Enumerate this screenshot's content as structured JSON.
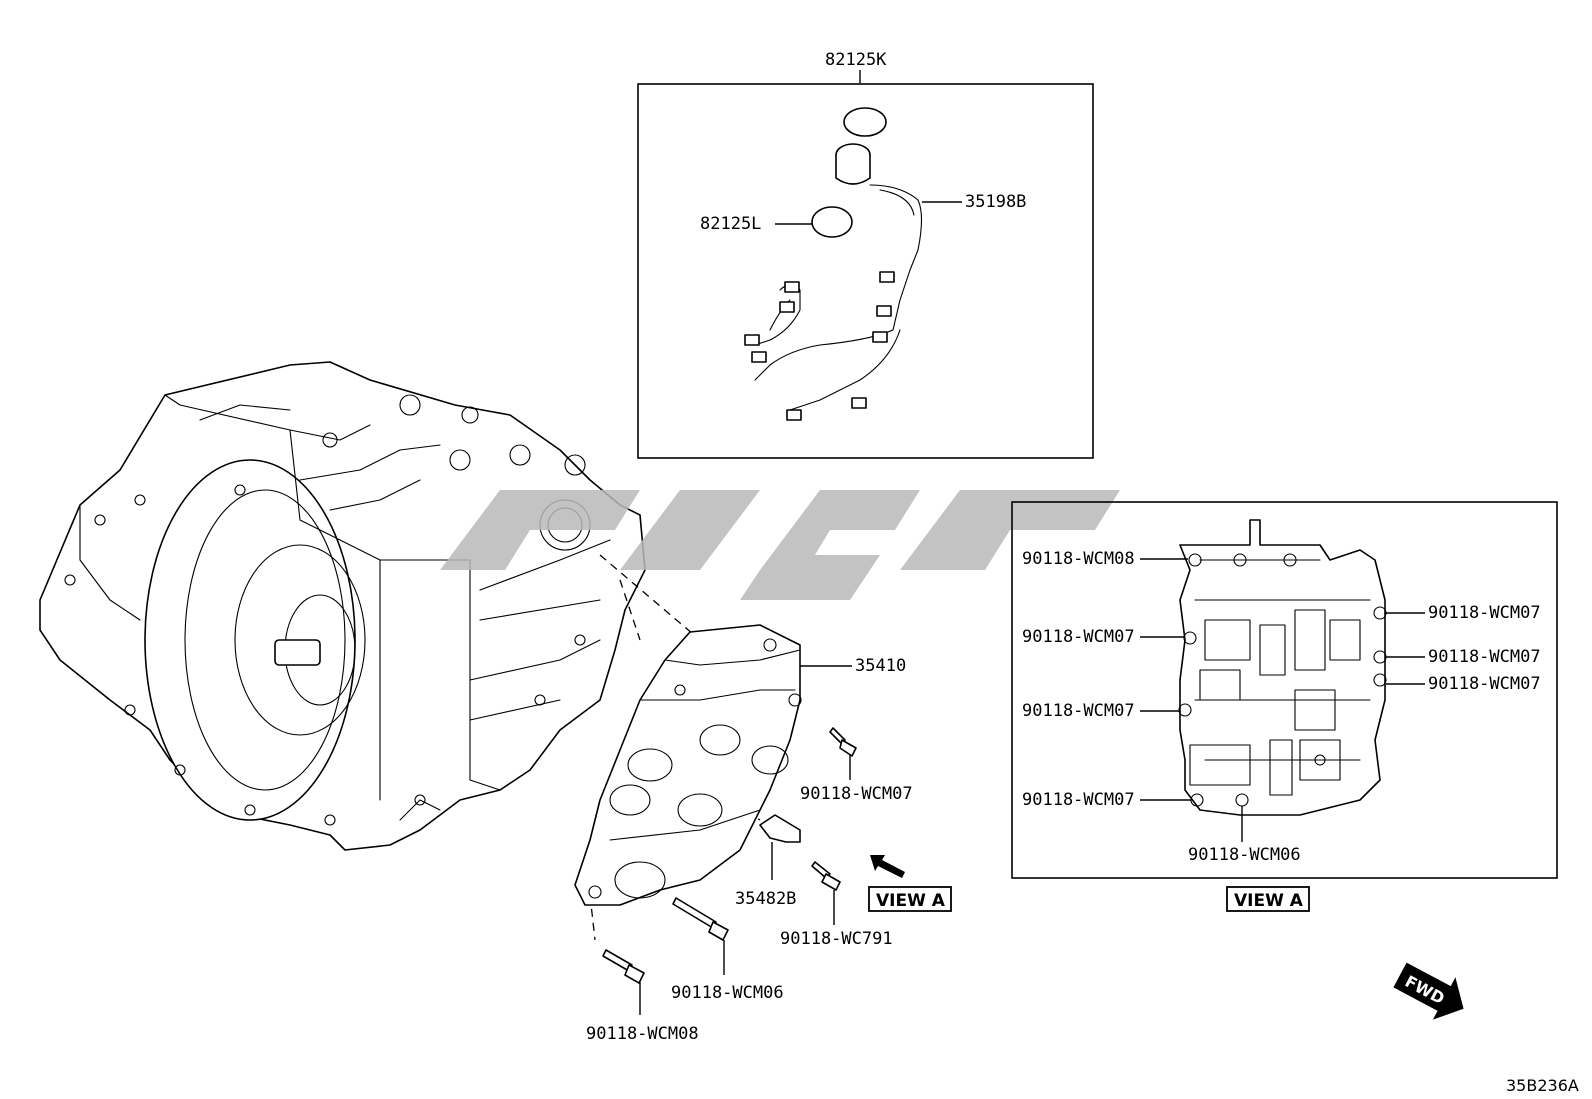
{
  "labels": {
    "harness_kit": "82125K",
    "grommet": "82125L",
    "wire_harness": "35198B",
    "valve_body": "35410",
    "sensor": "35482B",
    "bolt_valve_top": "90118-WCM07",
    "bolt_sensor": "90118-WC791",
    "bolt_lower_mid": "90118-WCM06",
    "bolt_lower_left": "90118-WCM08"
  },
  "view_a": {
    "tag_left": "VIEW A",
    "tag_right": "VIEW A",
    "callouts": {
      "left_1": "90118-WCM08",
      "left_2": "90118-WCM07",
      "left_3": "90118-WCM07",
      "left_4": "90118-WCM07",
      "right_1": "90118-WCM07",
      "right_2": "90118-WCM07",
      "right_3": "90118-WCM07",
      "bottom": "90118-WCM06"
    }
  },
  "fwd_label": "FWD",
  "drawing_code": "35B236A",
  "icons": {
    "fwd_arrow": "fwd-arrow-icon",
    "view_arrow": "view-direction-arrow-icon",
    "watermark": "watermark-logo"
  }
}
